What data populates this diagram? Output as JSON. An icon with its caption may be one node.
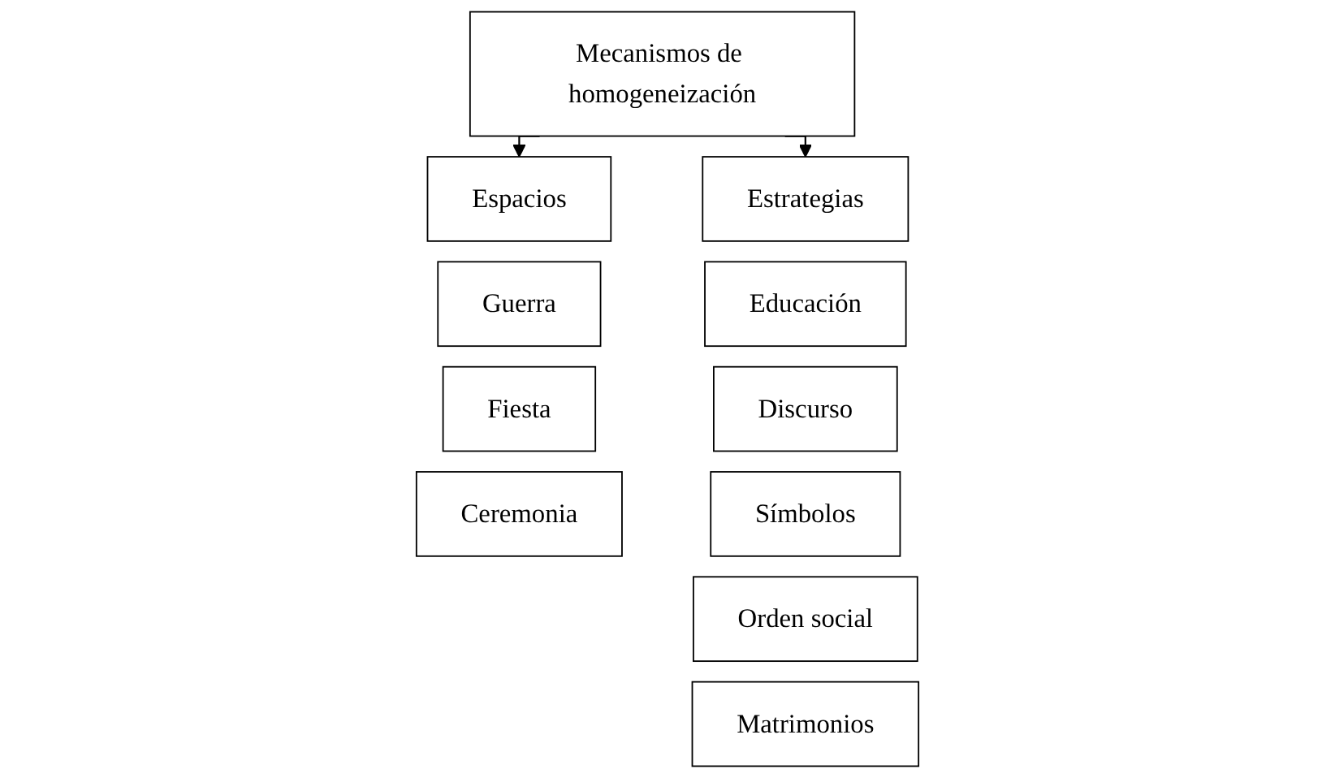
{
  "diagram": {
    "nodes": [
      {
        "text": [
          "Mecanismos de homogeneización"
        ]
      },
      {
        "text": [
          "Espacios"
        ]
      },
      {
        "text": [
          "Estrategias"
        ]
      },
      {
        "text": [
          "Guerra"
        ]
      },
      {
        "text": [
          "Fiesta"
        ]
      },
      {
        "text": [
          "Ceremonia"
        ]
      },
      {
        "text": [
          "Educación"
        ]
      },
      {
        "text": [
          "Discurso"
        ]
      },
      {
        "text": [
          "Símbolos"
        ]
      },
      {
        "text": [
          "Orden social"
        ]
      },
      {
        "text": [
          "Matrimonios"
        ]
      }
    ],
    "edges": [
      {
        "from": 0,
        "to": 1,
        "arrow": "to"
      },
      {
        "from": 0,
        "to": 2,
        "arrow": "to"
      }
    ]
  }
}
